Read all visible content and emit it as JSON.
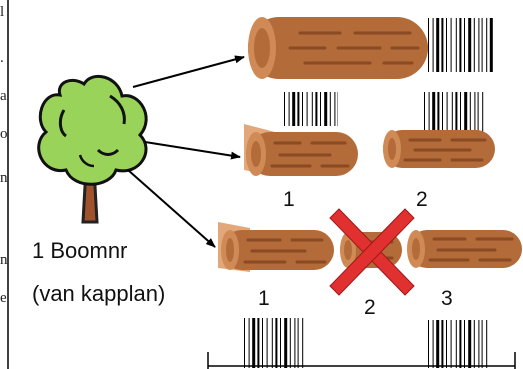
{
  "side_text": [
    "l",
    ".",
    "a",
    "o",
    "n",
    "n",
    "e"
  ],
  "tree_label": {
    "line1": "1 Boomnr",
    "line2": "(van kapplan)"
  },
  "row2_numbers": [
    "1",
    "2"
  ],
  "row3_numbers": [
    "1",
    "2",
    "3"
  ],
  "colors": {
    "wood": "#b36b3a",
    "wood_dark": "#8a4a22",
    "wood_end": "#d08a55",
    "cut_end": "#e2a77a",
    "foliage": "#9ad35a",
    "trunk": "#a0522d",
    "cross": "#e0302f"
  }
}
